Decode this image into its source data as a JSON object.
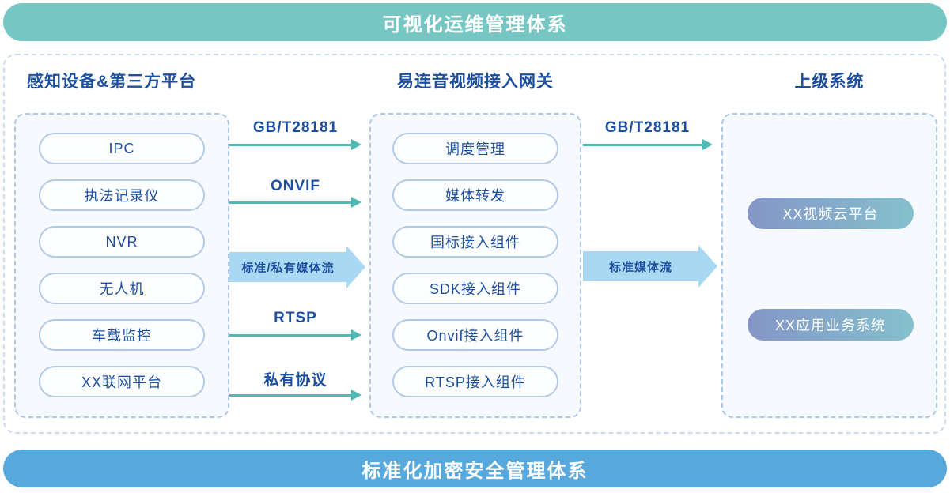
{
  "banners": {
    "top": {
      "label": "可视化运维管理体系",
      "bg": "#76C6C3"
    },
    "bottom": {
      "label": "标准化加密安全管理体系",
      "bg": "#57A9DD"
    }
  },
  "columns": {
    "left": {
      "title": "感知设备&第三方平台",
      "items": [
        "IPC",
        "执法记录仪",
        "NVR",
        "无人机",
        "车载监控",
        "XX联网平台"
      ]
    },
    "middle": {
      "title": "易连音视频接入网关",
      "items": [
        "调度管理",
        "媒体转发",
        "国标接入组件",
        "SDK接入组件",
        "Onvif接入组件",
        "RTSP接入组件"
      ]
    },
    "right": {
      "title": "上级系统",
      "items": [
        "XX视频云平台",
        "XX应用业务系统"
      ]
    }
  },
  "arrows": {
    "left_to_middle": [
      {
        "label": "GB/T28181",
        "type": "line"
      },
      {
        "label": "ONVIF",
        "type": "line"
      },
      {
        "label": "标准/私有媒体流",
        "type": "block"
      },
      {
        "label": "RTSP",
        "type": "line"
      },
      {
        "label": "私有协议",
        "type": "line"
      }
    ],
    "middle_to_right": [
      {
        "label": "GB/T28181",
        "type": "line"
      },
      {
        "label": "标准媒体流",
        "type": "block"
      }
    ]
  },
  "colors": {
    "top_banner_teal": "#76C6C3",
    "bottom_banner_blue": "#57A9DD",
    "dark_blue_text": "#1D4F9F",
    "pill_border": "#B3C9E6",
    "inner_box_bg": "#F6F9FD",
    "dashed_border": "#AFC8E8",
    "outer_dashed_border": "#CBDCF1",
    "thin_arrow_teal": "#4FBAB5",
    "block_arrow_blue": "#A9D8F3",
    "gradient_pill_start": "#8496C8",
    "gradient_pill_end": "#85C0CC"
  }
}
